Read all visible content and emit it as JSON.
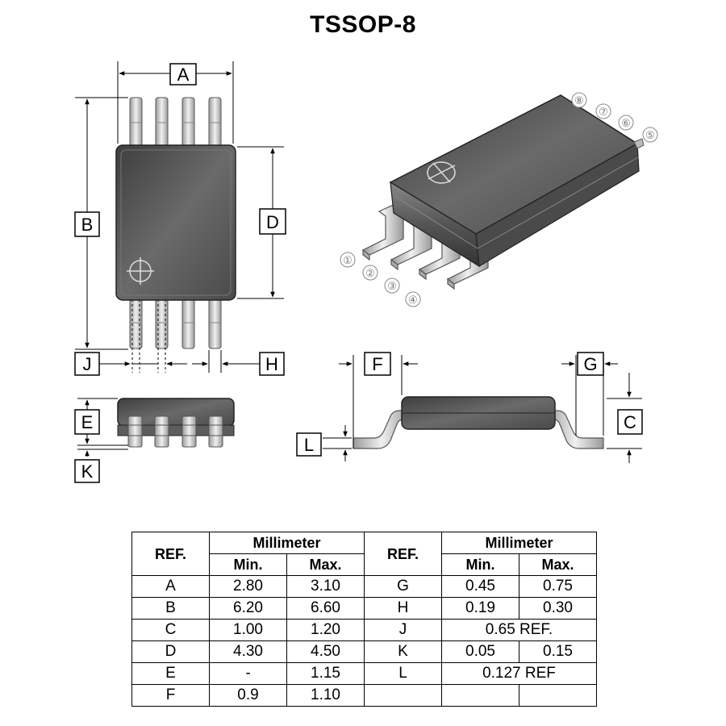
{
  "title": "TSSOP-8",
  "labels": {
    "A": "A",
    "B": "B",
    "C": "C",
    "D": "D",
    "E": "E",
    "F": "F",
    "G": "G",
    "H": "H",
    "J": "J",
    "K": "K",
    "L": "L"
  },
  "pin_numbers": [
    "①",
    "②",
    "③",
    "④",
    "⑤",
    "⑥",
    "⑦",
    "⑧"
  ],
  "colors": {
    "body": "#5a5a5a",
    "lead": "#d8d8d8",
    "line": "#000000"
  },
  "table": {
    "ref_header": "REF.",
    "unit_header": "Millimeter",
    "min_header": "Min.",
    "max_header": "Max.",
    "left": [
      {
        "ref": "A",
        "min": "2.80",
        "max": "3.10"
      },
      {
        "ref": "B",
        "min": "6.20",
        "max": "6.60"
      },
      {
        "ref": "C",
        "min": "1.00",
        "max": "1.20"
      },
      {
        "ref": "D",
        "min": "4.30",
        "max": "4.50"
      },
      {
        "ref": "E",
        "min": "-",
        "max": "1.15"
      },
      {
        "ref": "F",
        "min": "0.9",
        "max": "1.10"
      }
    ],
    "right": [
      {
        "ref": "G",
        "min": "0.45",
        "max": "0.75"
      },
      {
        "ref": "H",
        "min": "0.19",
        "max": "0.30"
      },
      {
        "ref": "J",
        "span": "0.65 REF."
      },
      {
        "ref": "K",
        "min": "0.05",
        "max": "0.15"
      },
      {
        "ref": "L",
        "span": "0.127 REF"
      },
      {
        "ref": "",
        "min": "",
        "max": ""
      }
    ]
  }
}
